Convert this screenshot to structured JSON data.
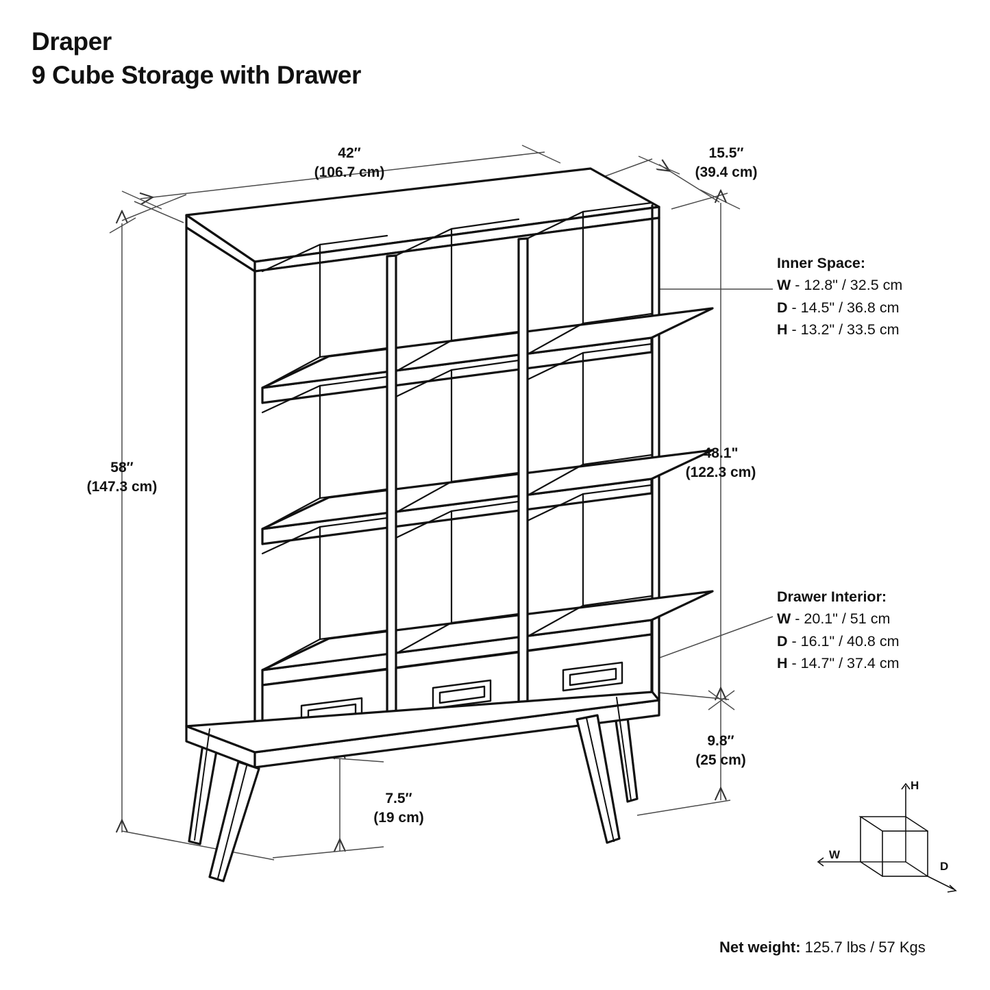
{
  "title": {
    "brand": "Draper",
    "product": "9 Cube Storage with Drawer"
  },
  "dimensions": {
    "width": {
      "imperial": "42″",
      "metric": "(106.7 cm)"
    },
    "depth": {
      "imperial": "15.5″",
      "metric": "(39.4 cm)"
    },
    "height": {
      "imperial": "58″",
      "metric": "(147.3 cm)"
    },
    "cube_section_height": {
      "imperial": "48.1\"",
      "metric": "(122.3 cm)"
    },
    "drawer_section_height": {
      "imperial": "9.8″",
      "metric": "(25 cm)"
    },
    "leg_clearance": {
      "imperial": "7.5″",
      "metric": "(19 cm)"
    }
  },
  "inner_space": {
    "heading": "Inner Space:",
    "rows": [
      {
        "key": "W",
        "value": " - 12.8\" / 32.5 cm"
      },
      {
        "key": "D",
        "value": " - 14.5\" / 36.8 cm"
      },
      {
        "key": "H",
        "value": " - 13.2\" / 33.5 cm"
      }
    ]
  },
  "drawer_interior": {
    "heading": "Drawer Interior:",
    "rows": [
      {
        "key": "W",
        "value": " - 20.1\" / 51 cm"
      },
      {
        "key": "D",
        "value": " - 16.1\" / 40.8 cm"
      },
      {
        "key": "H",
        "value": " - 14.7\" / 37.4 cm"
      }
    ]
  },
  "net_weight": {
    "label": "Net weight:",
    "value": " 125.7 lbs / 57 Kgs"
  },
  "axis_legend": {
    "width": "W",
    "depth": "D",
    "height": "H"
  },
  "colors": {
    "ink": "#111111",
    "line": "#1a1a1a",
    "dimline": "#4a4a4a"
  }
}
